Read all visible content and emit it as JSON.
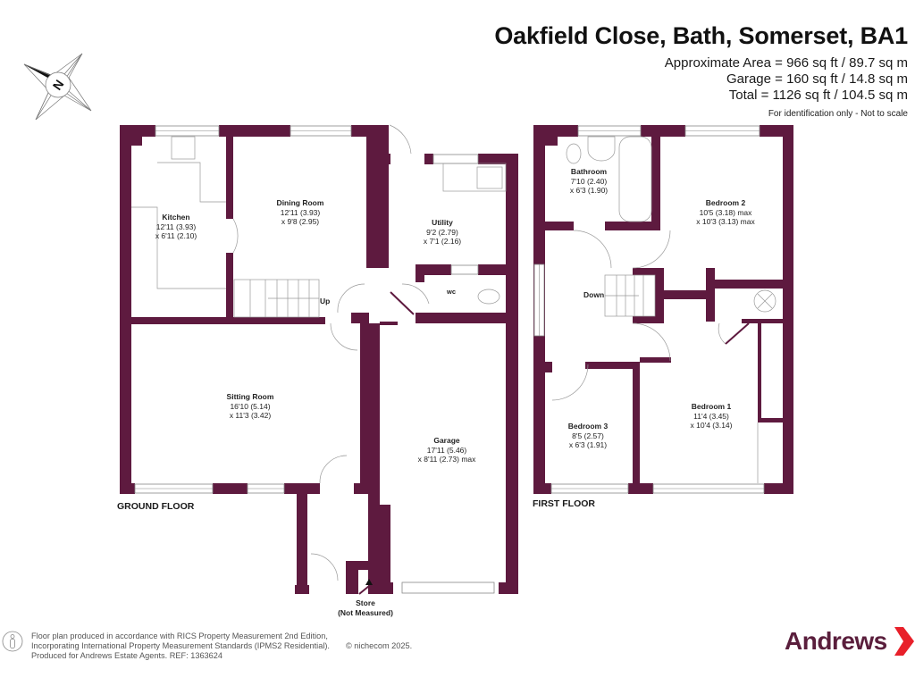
{
  "header": {
    "title": "Oakfield Close, Bath, Somerset, BA1",
    "areas": [
      "Approximate Area = 966 sq ft / 89.7 sq m",
      "Garage = 160 sq ft / 14.8 sq m",
      "Total = 1126 sq ft / 104.5 sq m"
    ],
    "disclaimer": "For identification only - Not to scale"
  },
  "compass": {
    "icon": "north-compass-icon",
    "label": "N"
  },
  "colors": {
    "wall": "#5e1a3f",
    "brand": "#5a1e3c",
    "brand_arrow": "#e8202a"
  },
  "ground_floor": {
    "label": "GROUND FLOOR",
    "rooms": [
      {
        "name": "Kitchen",
        "dim1": "12'11 (3.93)",
        "dim2": "x 6'11 (2.10)"
      },
      {
        "name": "Dining Room",
        "dim1": "12'11 (3.93)",
        "dim2": "x 9'8 (2.95)"
      },
      {
        "name": "Utility",
        "dim1": "9'2 (2.79)",
        "dim2": "x 7'1 (2.16)"
      },
      {
        "name": "WC"
      },
      {
        "name": "Sitting Room",
        "dim1": "16'10 (5.14)",
        "dim2": "x 11'3 (3.42)"
      },
      {
        "name": "Garage",
        "dim1": "17'11 (5.46)",
        "dim2": "x 8'11 (2.73) max"
      },
      {
        "name": "Store",
        "dim1": "(Not Measured)"
      }
    ],
    "stairs_label": "Up"
  },
  "first_floor": {
    "label": "FIRST FLOOR",
    "rooms": [
      {
        "name": "Bathroom",
        "dim1": "7'10 (2.40)",
        "dim2": "x 6'3 (1.90)"
      },
      {
        "name": "Bedroom 2",
        "dim1": "10'5 (3.18) max",
        "dim2": "x 10'3 (3.13) max"
      },
      {
        "name": "Bedroom 1",
        "dim1": "11'4 (3.45)",
        "dim2": "x 10'4 (3.14)"
      },
      {
        "name": "Bedroom 3",
        "dim1": "8'5 (2.57)",
        "dim2": "x 6'3 (1.91)"
      }
    ],
    "stairs_label": "Down"
  },
  "footer": {
    "lines": [
      "Floor plan produced in accordance with RICS Property Measurement 2nd Edition,",
      "Incorporating International Property Measurement Standards (IPMS2 Residential).",
      "Produced for Andrews Estate Agents.   REF: 1363624"
    ],
    "copyright": "© nichecom 2025."
  },
  "brand": {
    "name": "Andrews"
  }
}
